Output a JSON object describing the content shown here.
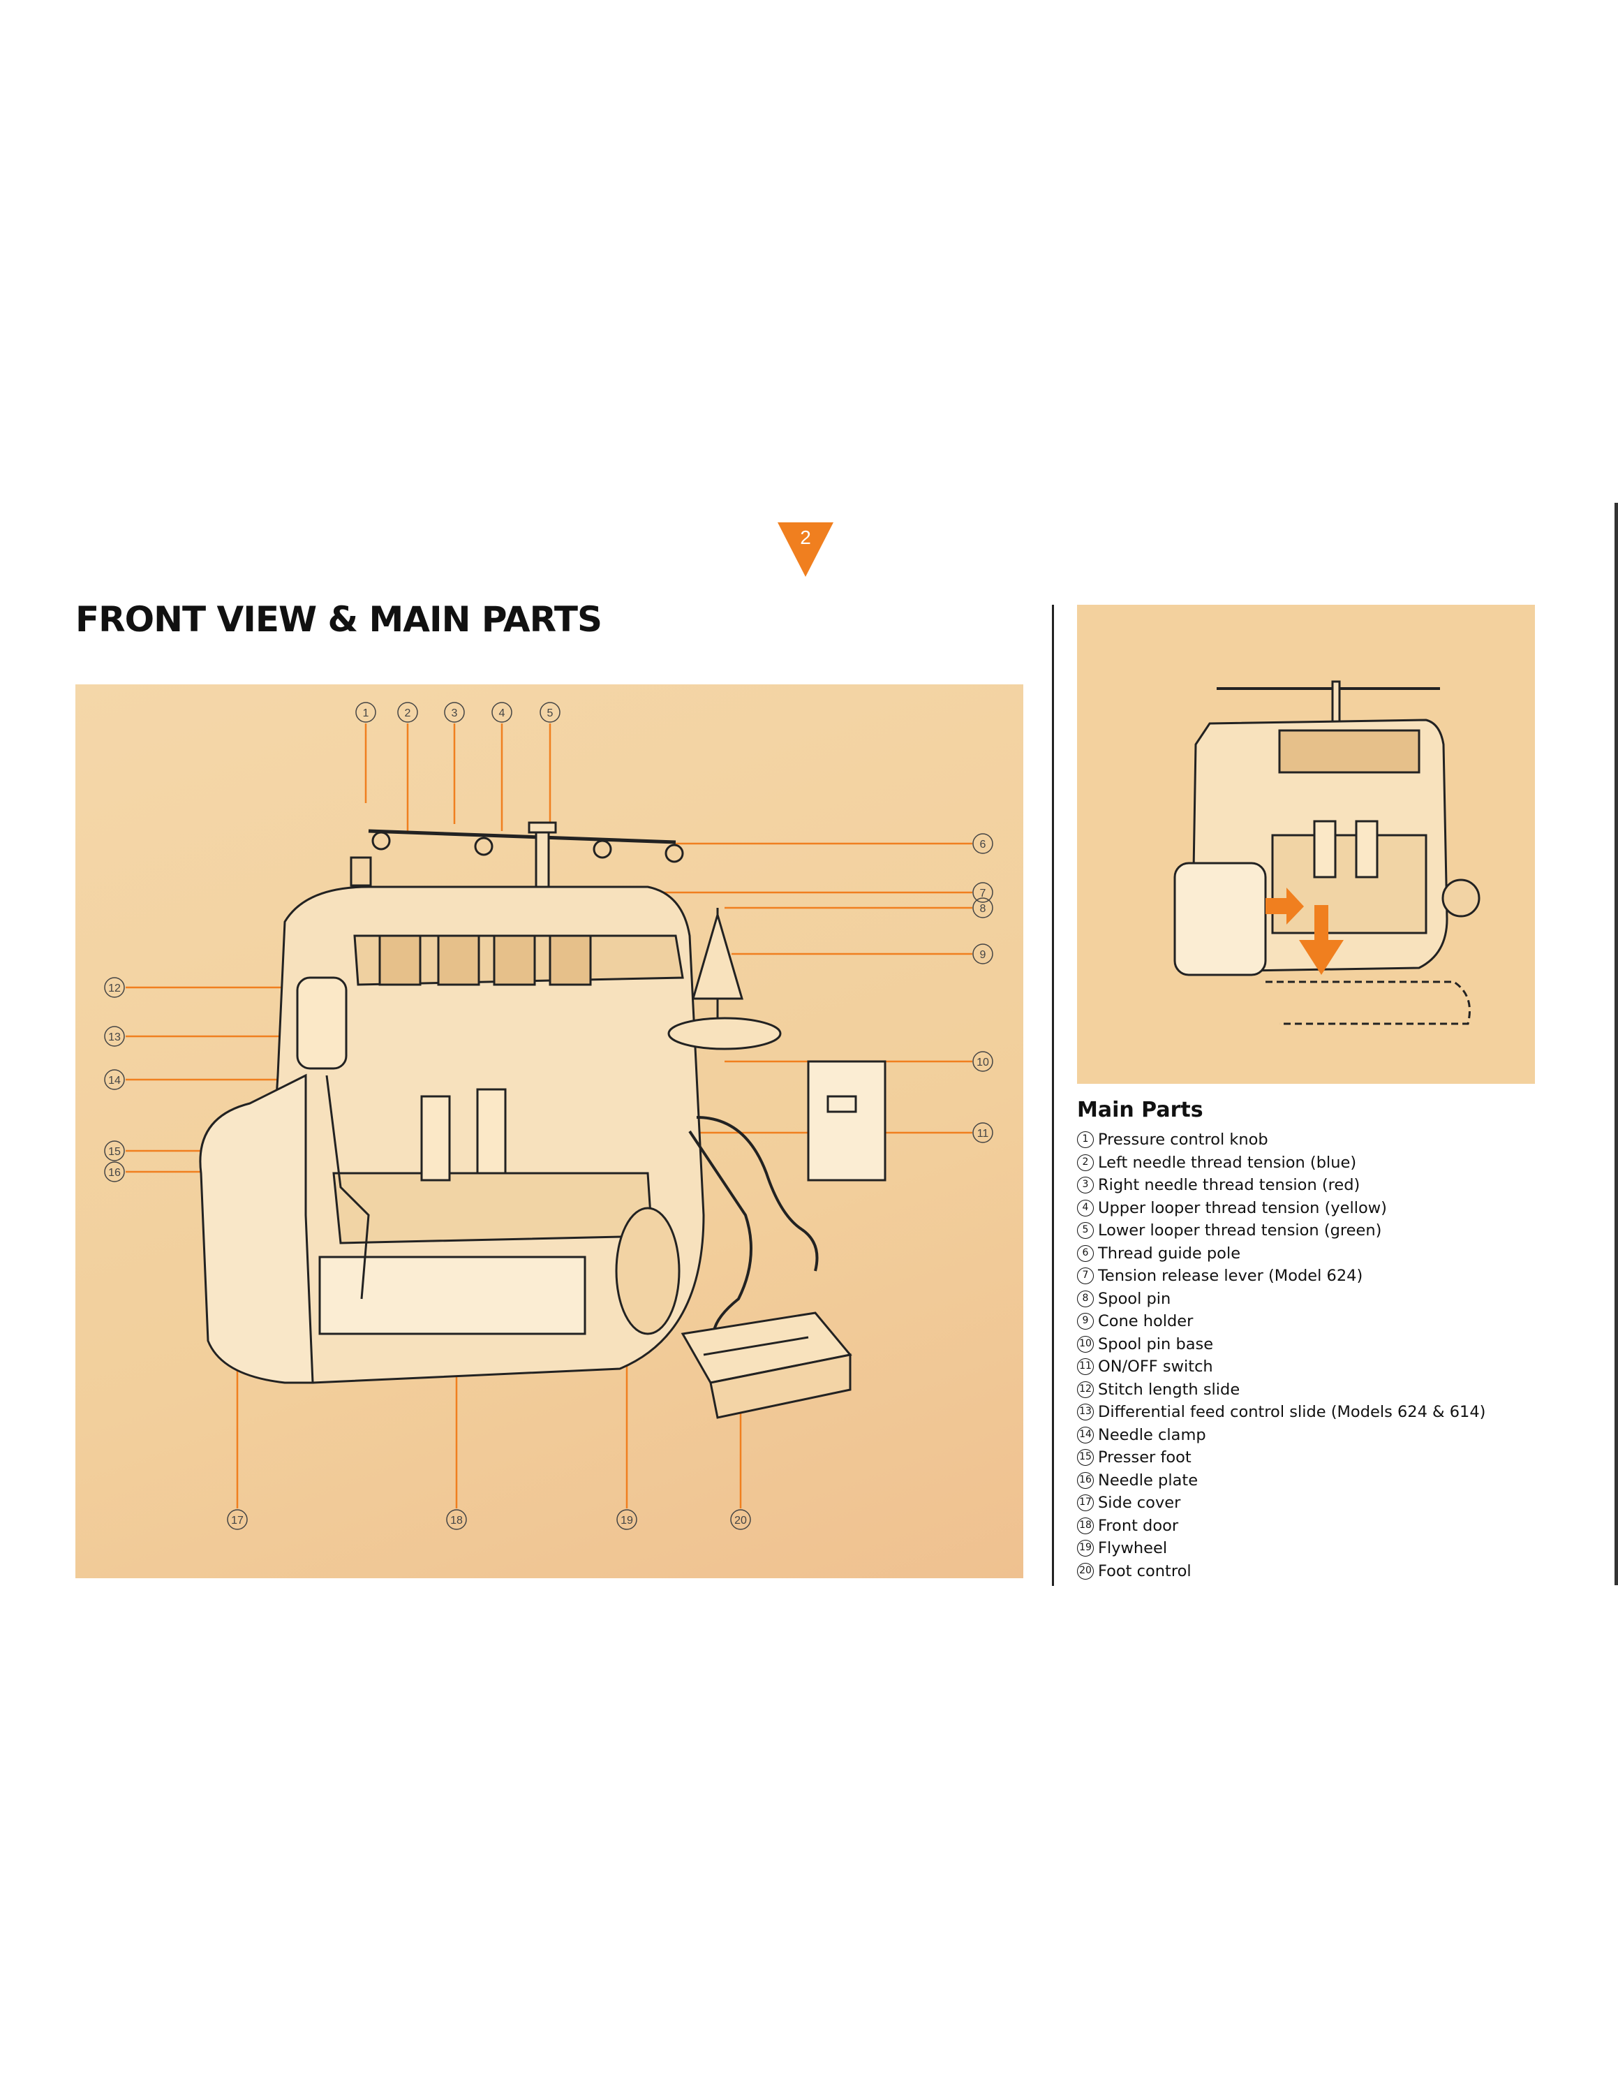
{
  "page": {
    "number": "2",
    "title": "FRONT VIEW & MAIN PARTS",
    "accent_color": "#f07f1f",
    "figure_color": "#f3d19e"
  },
  "figure": {
    "callouts": [
      "1",
      "2",
      "3",
      "4",
      "5",
      "6",
      "7",
      "8",
      "9",
      "10",
      "11",
      "12",
      "13",
      "14",
      "15",
      "16",
      "17",
      "18",
      "19",
      "20"
    ]
  },
  "parts": {
    "title": "Main Parts",
    "items": [
      {
        "num": "1",
        "label": "Pressure control knob"
      },
      {
        "num": "2",
        "label": "Left needle thread tension (blue)"
      },
      {
        "num": "3",
        "label": "Right needle thread tension (red)"
      },
      {
        "num": "4",
        "label": "Upper looper thread tension (yellow)"
      },
      {
        "num": "5",
        "label": "Lower looper thread tension (green)"
      },
      {
        "num": "6",
        "label": "Thread guide pole"
      },
      {
        "num": "7",
        "label": "Tension release lever (Model 624)"
      },
      {
        "num": "8",
        "label": "Spool pin"
      },
      {
        "num": "9",
        "label": "Cone holder"
      },
      {
        "num": "10",
        "label": "Spool pin base"
      },
      {
        "num": "11",
        "label": "ON/OFF switch"
      },
      {
        "num": "12",
        "label": "Stitch length slide"
      },
      {
        "num": "13",
        "label": "Differential feed control slide (Models 624 & 614)"
      },
      {
        "num": "14",
        "label": "Needle clamp"
      },
      {
        "num": "15",
        "label": "Presser foot"
      },
      {
        "num": "16",
        "label": "Needle plate"
      },
      {
        "num": "17",
        "label": "Side cover"
      },
      {
        "num": "18",
        "label": "Front door"
      },
      {
        "num": "19",
        "label": "Flywheel"
      },
      {
        "num": "20",
        "label": "Foot control"
      }
    ]
  }
}
